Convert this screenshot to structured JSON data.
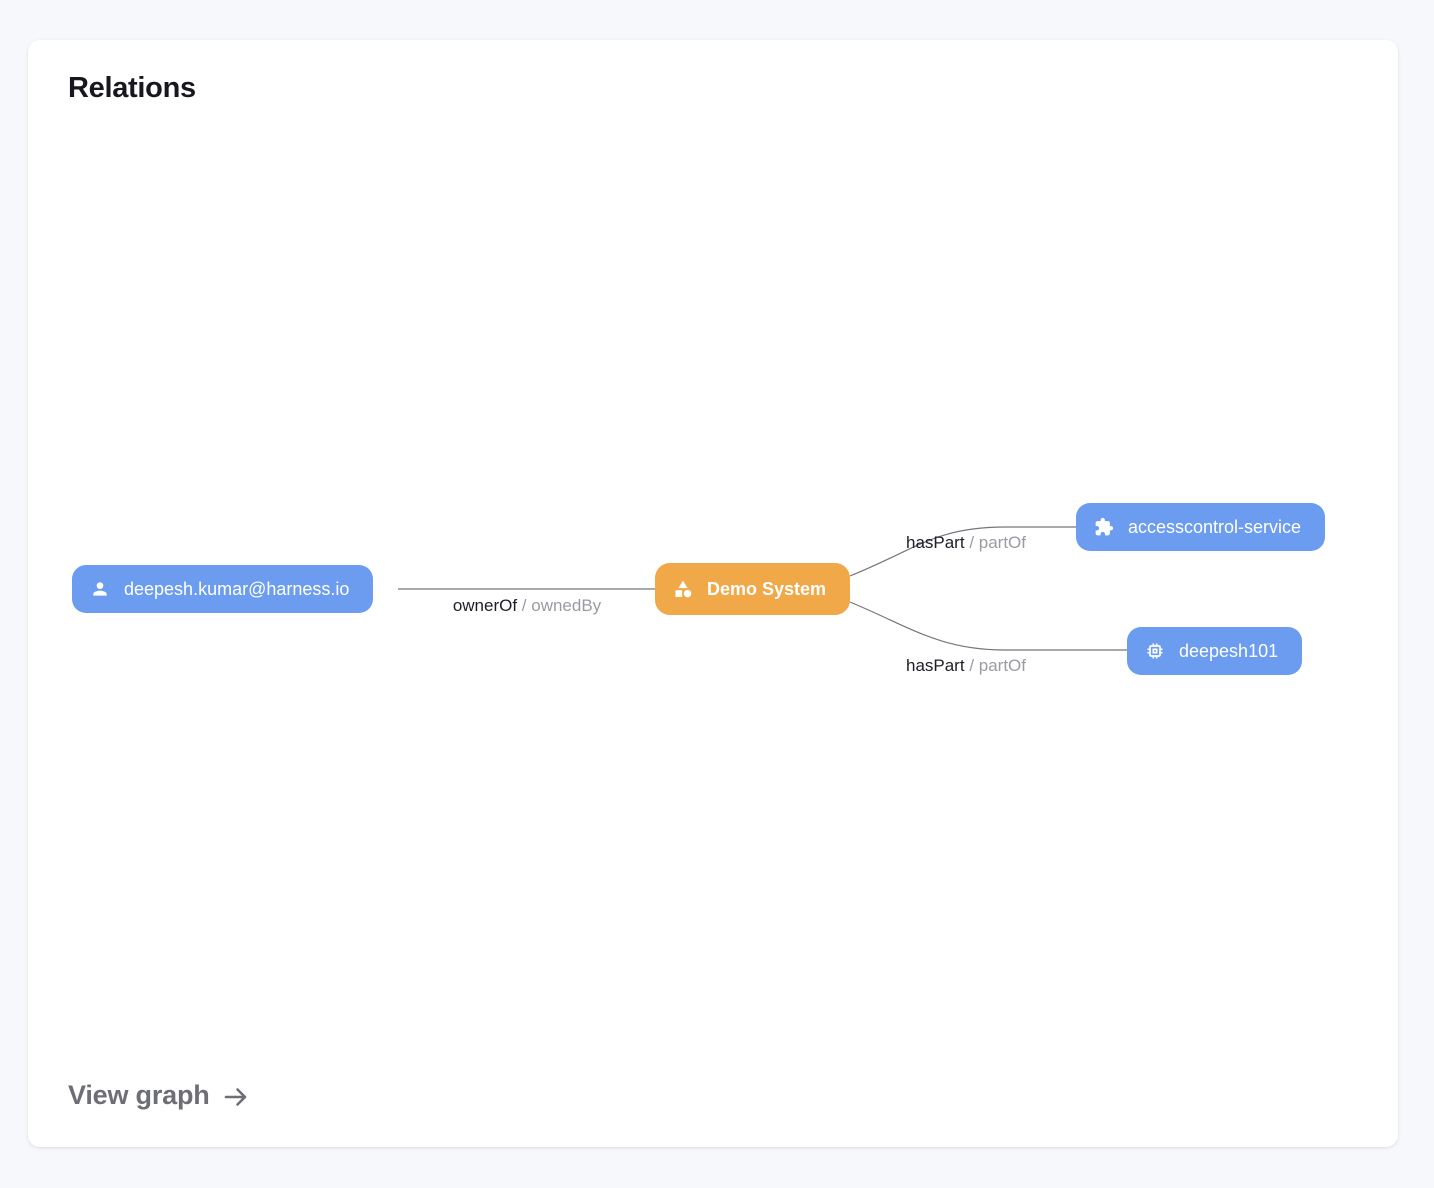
{
  "card": {
    "title": "Relations",
    "footer_link": "View graph"
  },
  "graph": {
    "nodes": [
      {
        "id": "user",
        "label": "deepesh.kumar@harness.io",
        "icon": "person-icon",
        "color": "#6b9cf0"
      },
      {
        "id": "system",
        "label": "Demo System",
        "icon": "shapes-icon",
        "color": "#f0a848"
      },
      {
        "id": "service",
        "label": "accesscontrol-service",
        "icon": "puzzle-icon",
        "color": "#6b9cf0"
      },
      {
        "id": "resource",
        "label": "deepesh101",
        "icon": "chip-icon",
        "color": "#6b9cf0"
      }
    ],
    "edges": [
      {
        "from": "user",
        "to": "system",
        "primary": "ownerOf",
        "secondary": "/ ownedBy"
      },
      {
        "from": "system",
        "to": "service",
        "primary": "hasPart",
        "secondary": "/ partOf"
      },
      {
        "from": "system",
        "to": "resource",
        "primary": "hasPart",
        "secondary": "/ partOf"
      }
    ]
  },
  "colors": {
    "page_background": "#f6f8fb",
    "card_background": "#ffffff",
    "node_blue": "#6b9cf0",
    "node_orange": "#f0a848",
    "edge_stroke": "#76767c",
    "edge_label_primary": "#1d1d27",
    "edge_label_secondary": "#9b9ba3",
    "title_text": "#17171f",
    "footer_text": "#6e6e76"
  }
}
